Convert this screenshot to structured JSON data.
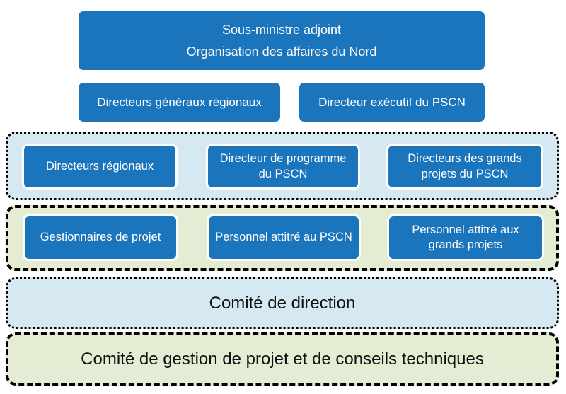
{
  "org_chart": {
    "top": {
      "line1": "Sous-ministre adjoint",
      "line2": "Organisation des affaires du Nord"
    },
    "level2": {
      "left": "Directeurs généraux régionaux",
      "right": "Directeur exécutif du PSCN"
    },
    "directors_band": {
      "border_style": "dotted",
      "background": "#D6E9F2",
      "boxes": [
        "Directeurs régionaux",
        "Directeur de programme du PSCN",
        "Directeurs des grands projets du PSCN"
      ]
    },
    "staff_band": {
      "border_style": "dashed",
      "background": "#E4EDD4",
      "boxes": [
        "Gestionnaires de projet",
        "Personnel attitré au PSCN",
        "Personnel attitré aux grands projets"
      ]
    },
    "committees": {
      "direction": "Comité de direction",
      "gestion": "Comité de gestion de projet et de conseils techniques"
    },
    "colors": {
      "box_blue": "#1B75BC",
      "band_blue": "#D6E9F2",
      "band_green": "#E4EDD4",
      "border_black": "#000000",
      "text_white": "#FFFFFF",
      "text_black": "#111111"
    }
  }
}
